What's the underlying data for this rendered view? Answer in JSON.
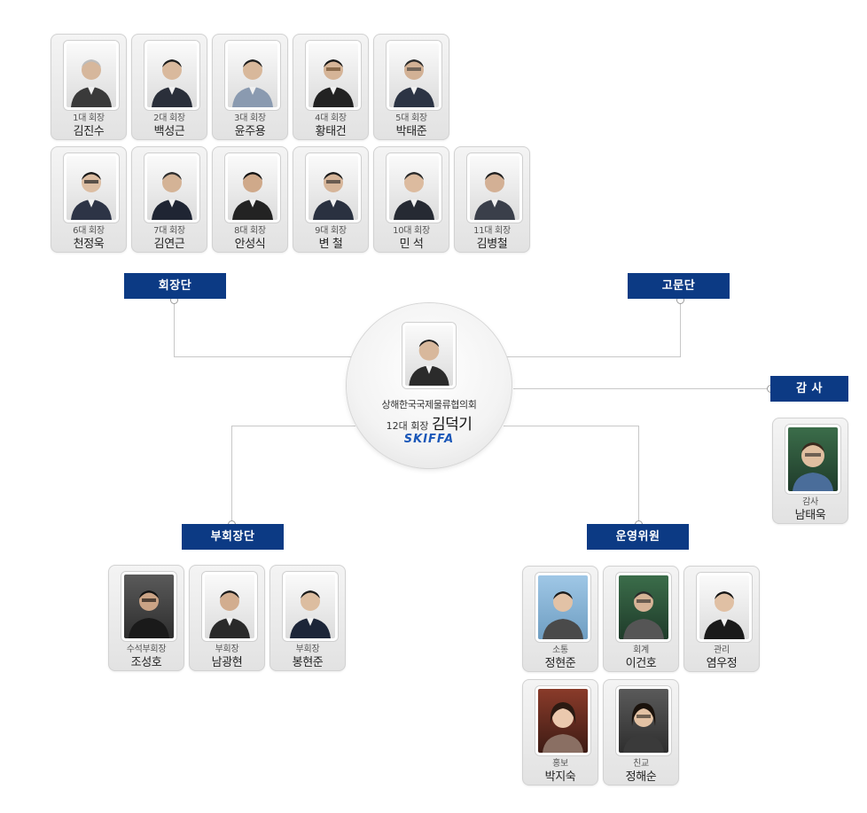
{
  "groups": {
    "presidents": "회장단",
    "advisors": "고문단",
    "auditor": "감 사",
    "vice": "부회장단",
    "committee": "운영위원"
  },
  "center": {
    "org": "상해한국국제물류협의회",
    "role": "12대 회장",
    "name": "김덕기",
    "logo": "SKIFFA"
  },
  "past_presidents": [
    {
      "role": "1대 회장",
      "name": "김진수"
    },
    {
      "role": "2대 회장",
      "name": "백성근"
    },
    {
      "role": "3대 회장",
      "name": "윤주용"
    },
    {
      "role": "4대 회장",
      "name": "황태건"
    },
    {
      "role": "5대 회장",
      "name": "박태준"
    },
    {
      "role": "6대 회장",
      "name": "천정욱"
    },
    {
      "role": "7대 회장",
      "name": "김연근"
    },
    {
      "role": "8대 회장",
      "name": "안성식"
    },
    {
      "role": "9대 회장",
      "name": "변  철"
    },
    {
      "role": "10대 회장",
      "name": "민  석"
    },
    {
      "role": "11대 회장",
      "name": "김병철"
    }
  ],
  "auditor": {
    "role": "감사",
    "name": "남태욱"
  },
  "vice_presidents": [
    {
      "role": "수석부회장",
      "name": "조성호"
    },
    {
      "role": "부회장",
      "name": "남광현"
    },
    {
      "role": "부회장",
      "name": "봉현준"
    }
  ],
  "committee": [
    {
      "role": "소통",
      "name": "정현준"
    },
    {
      "role": "회계",
      "name": "이건호"
    },
    {
      "role": "관리",
      "name": "염우정"
    },
    {
      "role": "홍보",
      "name": "박지숙"
    },
    {
      "role": "친교",
      "name": "정해순"
    }
  ]
}
